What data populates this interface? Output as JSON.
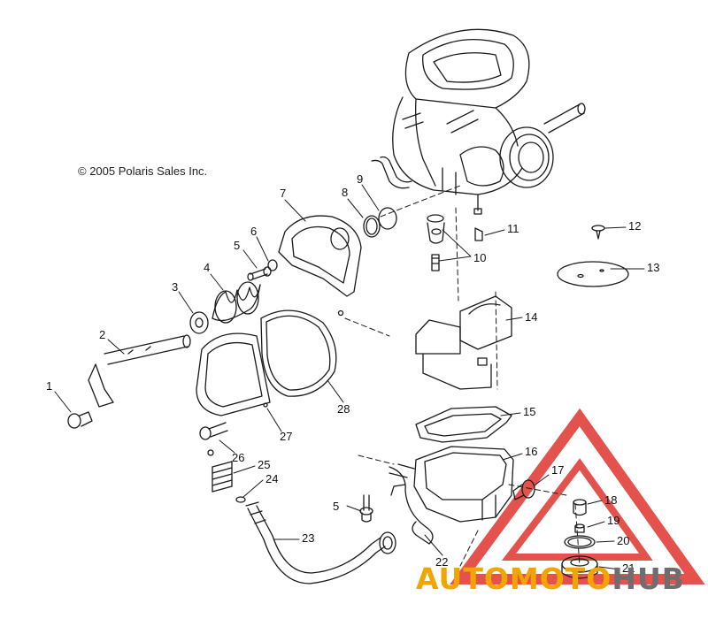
{
  "copyright": "© 2005 Polaris Sales Inc.",
  "callouts": [
    "1",
    "2",
    "3",
    "4",
    "5",
    "6",
    "7",
    "8",
    "9",
    "10",
    "11",
    "12",
    "13",
    "14",
    "15",
    "16",
    "17",
    "18",
    "19",
    "20",
    "21",
    "22",
    "23",
    "24",
    "25",
    "26",
    "27",
    "28",
    "5"
  ],
  "watermark": {
    "part1": "AUTOMOTO",
    "part2": "HUB",
    "color_accent": "#f0a500",
    "color_gray": "#6e6e6e",
    "color_triangle": "#e0342f"
  },
  "colors": {
    "line": "#1a1a1a"
  }
}
